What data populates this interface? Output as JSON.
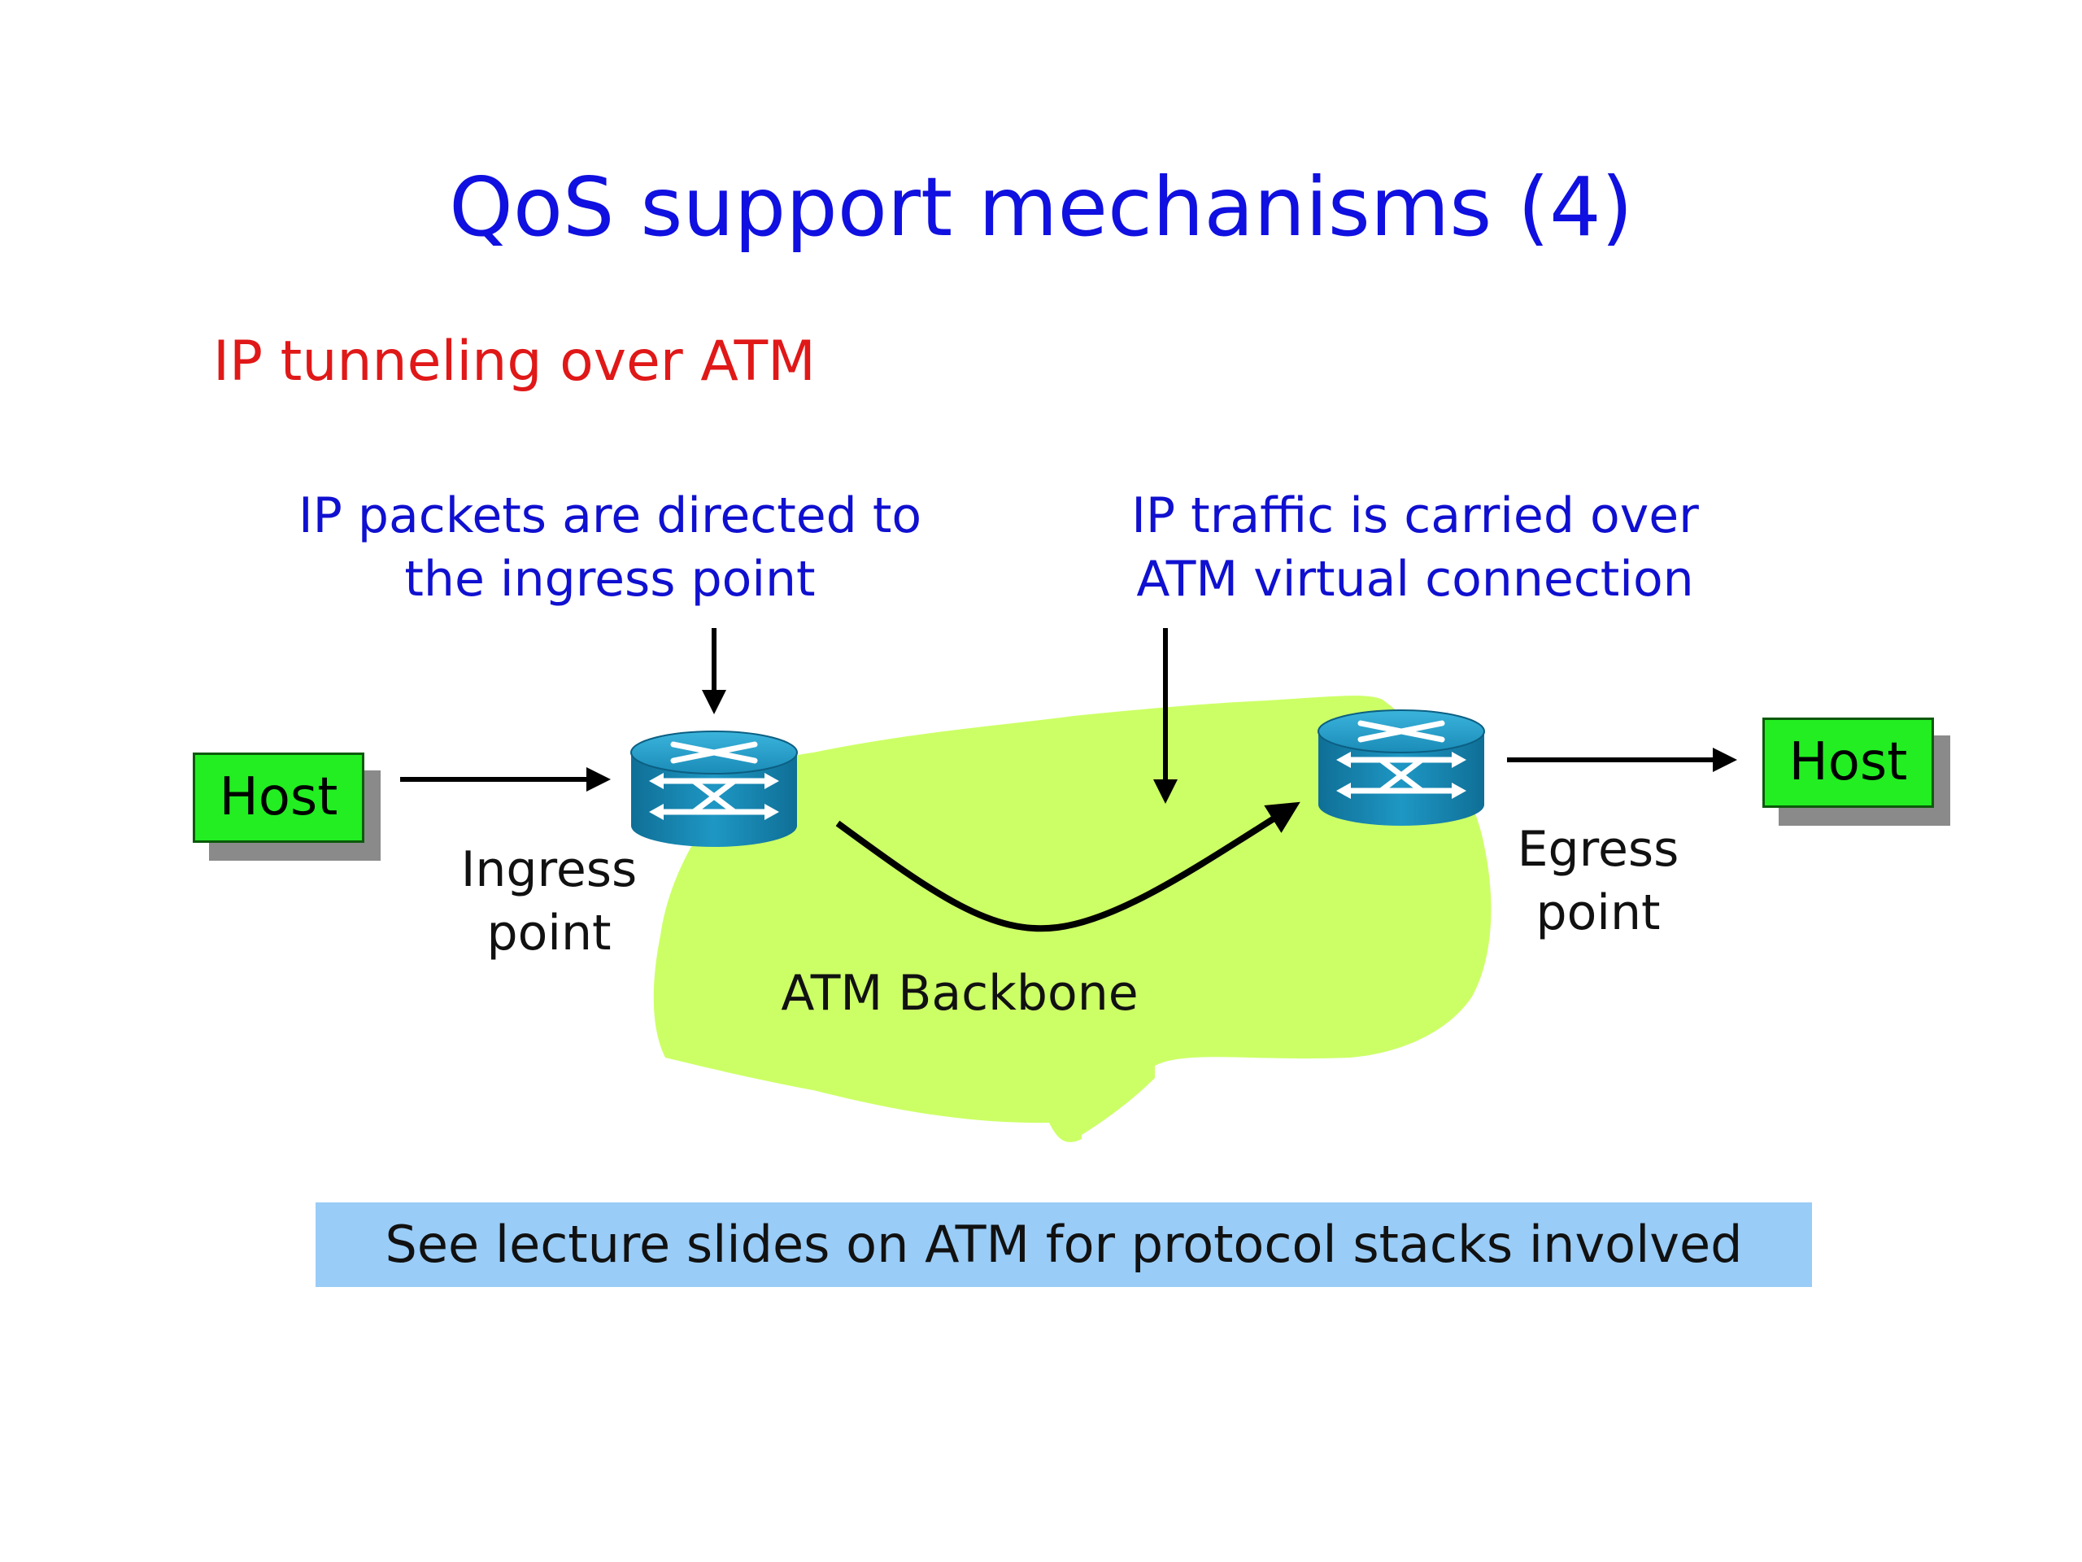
{
  "slide": {
    "title": "QoS support mechanisms (4)",
    "subtitle": "IP tunneling over ATM"
  },
  "callouts": {
    "left": [
      "IP packets are directed to",
      "the ingress point"
    ],
    "right": [
      "IP traffic is carried over",
      "ATM virtual connection"
    ]
  },
  "nodes": {
    "host_left": "Host",
    "host_right": "Host",
    "ingress": [
      "Ingress",
      "point"
    ],
    "egress": [
      "Egress",
      "point"
    ],
    "backbone": "ATM Backbone",
    "ingress_switch_icon": "atm-switch-icon",
    "egress_switch_icon": "atm-switch-icon"
  },
  "note": "See lecture slides on ATM for protocol stacks involved",
  "colors": {
    "title": "#1010e0",
    "subtitle": "#e01818",
    "callout": "#1010d0",
    "host_fill": "#22ee22",
    "backbone_fill": "#ccff66",
    "switch_fill": "#1a8cb8",
    "note_fill": "#99ccf7"
  }
}
